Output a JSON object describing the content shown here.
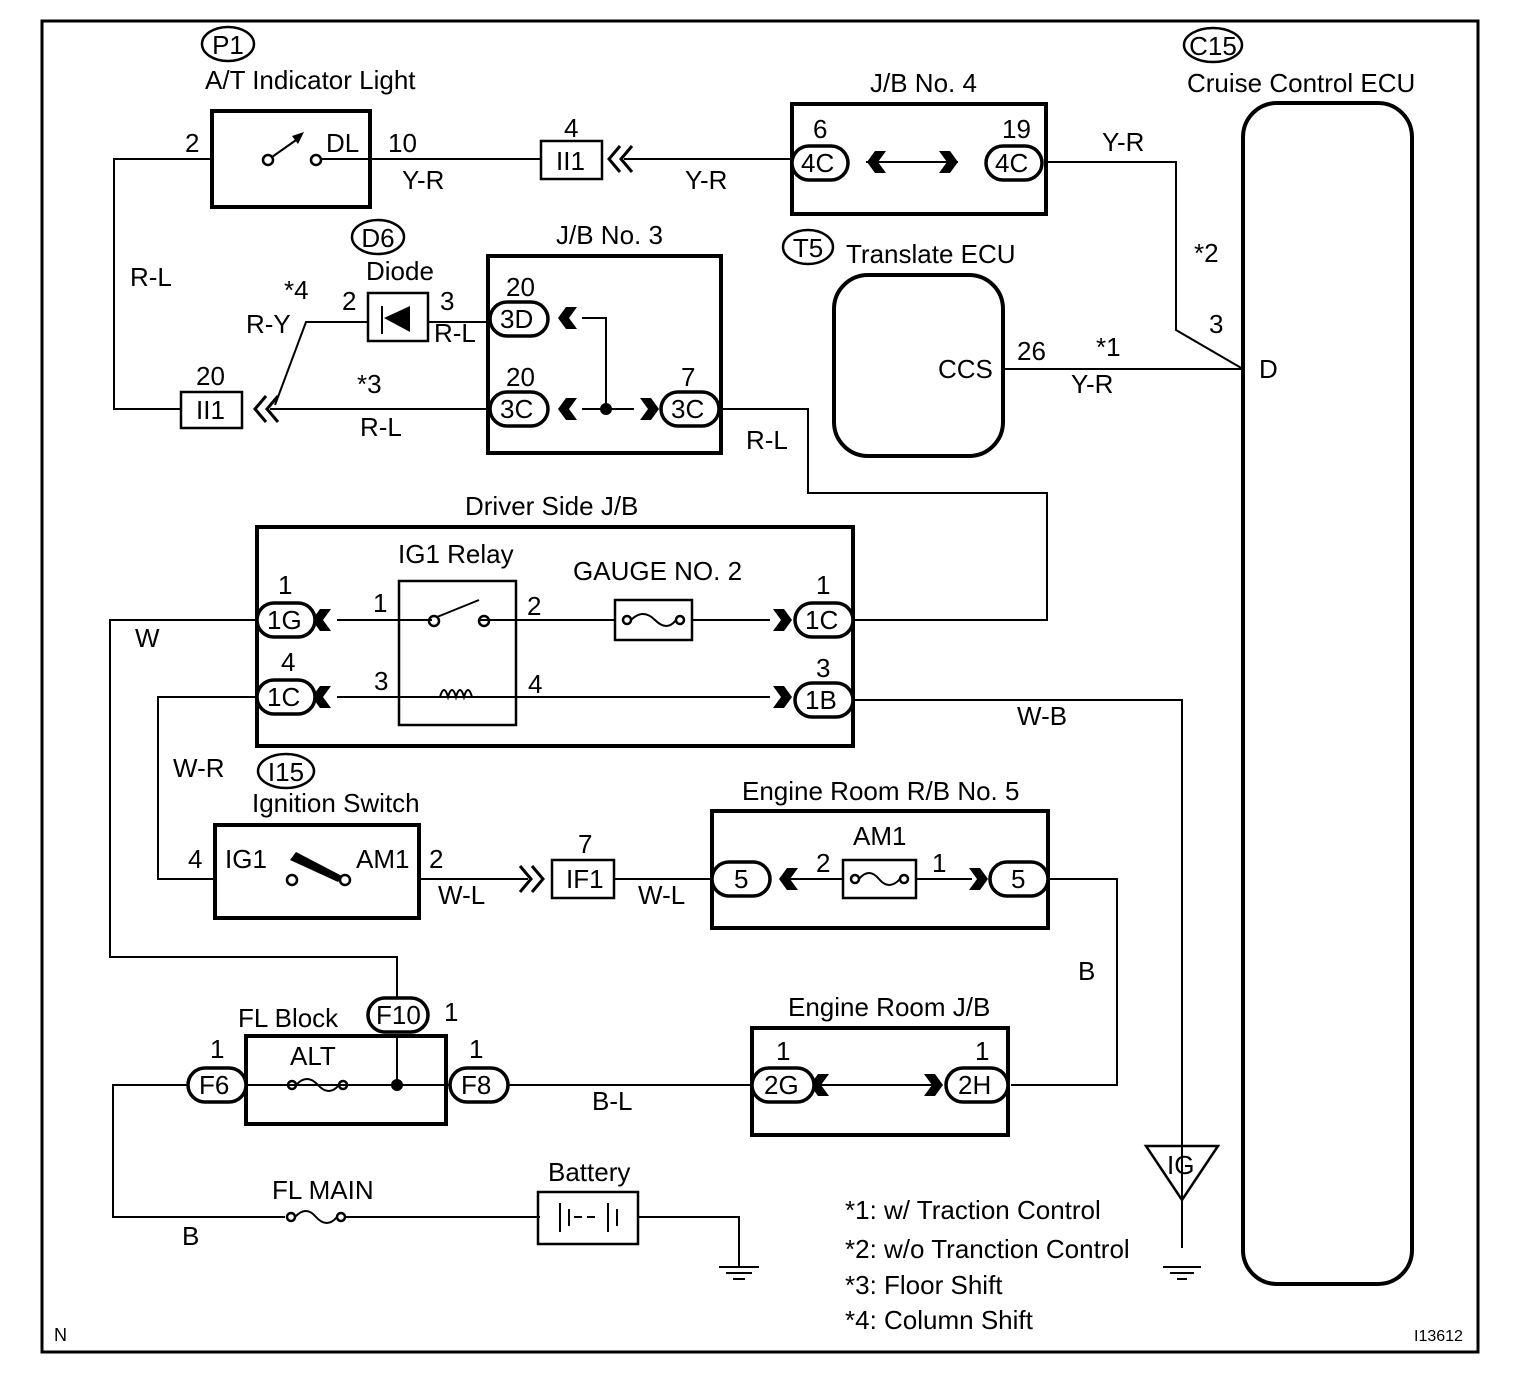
{
  "components": {
    "at_indicator": {
      "code": "P1",
      "name": "A/T Indicator Light",
      "pin_in": "2",
      "terminal": "DL",
      "pin_out": "10"
    },
    "cruise_ecu": {
      "code": "C15",
      "name": "Cruise Control ECU",
      "terminal": "D",
      "pin": "3"
    },
    "jb4": {
      "name": "J/B No. 4",
      "left_pin": "6",
      "left_conn": "4C",
      "right_pin": "19",
      "right_conn": "4C"
    },
    "ii1_top": {
      "pin": "4",
      "label": "II1"
    },
    "diode": {
      "code": "D6",
      "name": "Diode",
      "pin_a": "2",
      "pin_b": "3"
    },
    "jb3": {
      "name": "J/B No. 3",
      "conn_3d_pin": "20",
      "conn_3d": "3D",
      "conn_3c_pin": "20",
      "conn_3c": "3C",
      "conn_3c7_pin": "7",
      "conn_3c7": "3C"
    },
    "translate_ecu": {
      "code": "T5",
      "name": "Translate ECU",
      "terminal": "CCS",
      "pin": "26"
    },
    "ii1_left": {
      "pin": "20",
      "label": "II1"
    },
    "driver_jb": {
      "name": "Driver Side J/B",
      "c1g_pin": "1",
      "c1g": "1G",
      "c1c_pin": "4",
      "c1c": "1C",
      "c1c_right_pin": "1",
      "c1c_right": "1C",
      "c1b_pin": "3",
      "c1b": "1B"
    },
    "ig1_relay": {
      "name": "IG1 Relay",
      "pin1": "1",
      "pin2": "2",
      "pin3": "3",
      "pin4": "4"
    },
    "gauge": {
      "name": "GAUGE NO. 2"
    },
    "ignition": {
      "code": "I15",
      "name": "Ignition Switch",
      "pin_in": "4",
      "t_ig1": "IG1",
      "t_am1": "AM1",
      "pin_out": "2"
    },
    "if1": {
      "pin": "7",
      "label": "IF1"
    },
    "er_rb5": {
      "name": "Engine Room R/B No. 5",
      "left_conn": "5",
      "fuse": "AM1",
      "pin2": "2",
      "pin1": "1",
      "right_conn": "5"
    },
    "fl_block": {
      "name": "FL Block",
      "f10": "F10",
      "f10_pin": "1",
      "fuse": "ALT",
      "f6_pin": "1",
      "f6": "F6",
      "f8_pin": "1",
      "f8": "F8"
    },
    "er_jb": {
      "name": "Engine Room J/B",
      "g_pin": "1",
      "g_conn": "2G",
      "h_pin": "1",
      "h_conn": "2H"
    },
    "fl_main": {
      "name": "FL MAIN"
    },
    "battery": {
      "name": "Battery"
    },
    "ig_symbol": {
      "label": "IG"
    }
  },
  "wire_colors": {
    "dl_out": "Y-R",
    "ii1_to_jb4": "Y-R",
    "jb4_to_ecu": "Y-R",
    "at_return": "R-L",
    "diode_left": "R-Y",
    "diode_right": "R-L",
    "jb3_to_ii1": "R-L",
    "jb3_out": "R-L",
    "ccs_to_ecu": "Y-R",
    "relay_in": "W",
    "relay_coil": "W-R",
    "ground_1b": "W-B",
    "ign_to_if1": "W-L",
    "if1_to_rb5": "W-L",
    "rb5_to_erjb": "B",
    "fl_to_erjb": "B-L",
    "fl_main_wire": "B"
  },
  "markers": {
    "m1": "*1",
    "m2": "*2",
    "m3": "*3",
    "m4": "*4"
  },
  "notes": [
    "*1: w/ Traction Control",
    "*2: w/o Tranction Control",
    "*3: Floor Shift",
    "*4: Column Shift"
  ],
  "corner_left": "N",
  "corner_right": "I13612"
}
